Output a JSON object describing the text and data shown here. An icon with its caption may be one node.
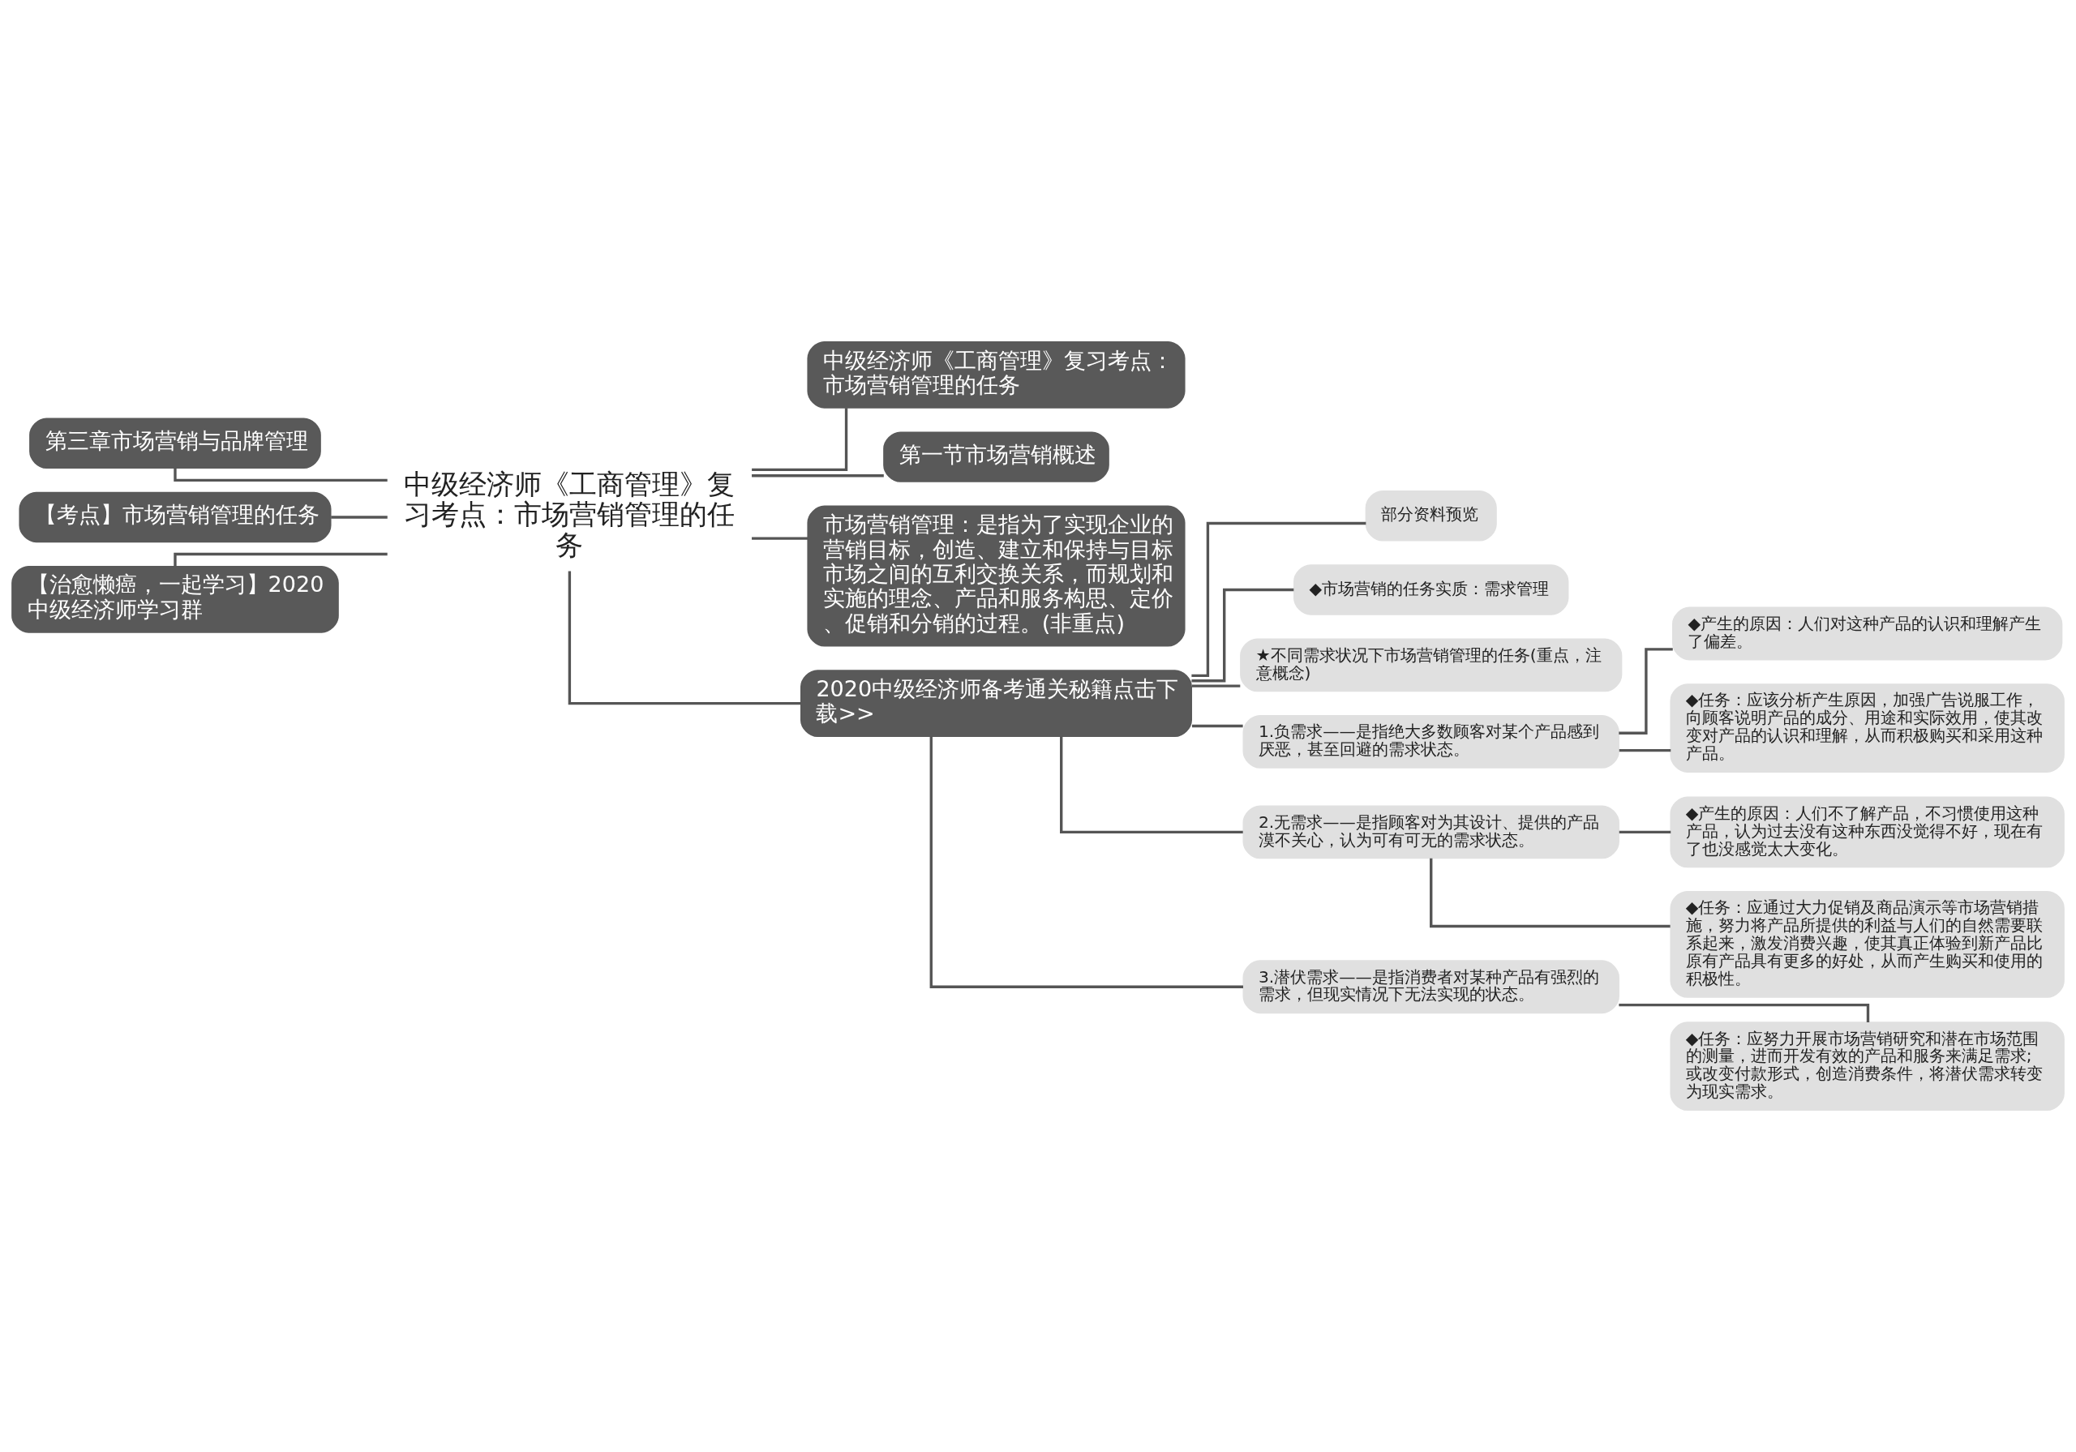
{
  "diagram": {
    "nodes": [
      {
        "text": [
          "中级经济师《工商管理》复习考点：市场营销管理的任务"
        ]
      },
      {
        "text": [
          "第三章市场营销与品牌管理"
        ]
      },
      {
        "text": [
          "【考点】市场营销管理的任务"
        ]
      },
      {
        "text": [
          "【治愈懒癌，一起学习】2020中级经济师学习群"
        ]
      },
      {
        "text": [
          "中级经济师《工商管理》复习考点：市场营销管理的任务"
        ]
      },
      {
        "text": [
          "第一节市场营销概述"
        ]
      },
      {
        "text": [
          "市场营销管理：是指为了实现企业的营销目标，创造、建立和保持与目标市场之间的互利交换关系，而规划和实施的理念、产品和服务构思、定价、促销和分销的过程。(非重点)"
        ]
      },
      {
        "text": [
          "2020中级经济师备考通关秘籍点击下载>>"
        ]
      },
      {
        "text": [
          "部分资料预览"
        ]
      },
      {
        "text": [
          "◆市场营销的任务实质：需求管理"
        ]
      },
      {
        "text": [
          "★不同需求状况下市场营销管理的任务(重点，注意概念)"
        ]
      },
      {
        "text": [
          "1.负需求——是指绝大多数顾客对某个产品感到厌恶，甚至回避的需求状态。"
        ]
      },
      {
        "text": [
          "◆产生的原因：人们对这种产品的认识和理解产生了偏差。"
        ]
      },
      {
        "text": [
          "◆任务：应该分析产生原因，加强广告说服工作，向顾客说明产品的成分、用途和实际效用，使其改变对产品的认识和理解，从而积极购买和采用这种产品。"
        ]
      },
      {
        "text": [
          "2.无需求——是指顾客对为其设计、提供的产品漠不关心，认为可有可无的需求状态。"
        ]
      },
      {
        "text": [
          "◆产生的原因：人们不了解产品，不习惯使用这种产品，认为过去没有这种东西没觉得不好，现在有了也没感觉太大变化。"
        ]
      },
      {
        "text": [
          "◆任务：应通过大力促销及商品演示等市场营销措施，努力将产品所提供的利益与人们的自然需要联系起来，激发消费兴趣，使其真正体验到新产品比原有产品具有更多的好处，从而产生购买和使用的积极性。"
        ]
      },
      {
        "text": [
          "3.潜伏需求——是指消费者对某种产品有强烈的需求，但现实情况下无法实现的状态。"
        ]
      },
      {
        "text": [
          "◆任务：应努力开展市场营销研究和潜在市场范围的测量，进而开发有效的产品和服务来满足需求;或改变付款形式，创造消费条件，将潜伏需求转变为现实需求。"
        ]
      }
    ],
    "edges": [
      {
        "from": 0,
        "to": 1,
        "arrow": "none"
      },
      {
        "from": 0,
        "to": 2,
        "arrow": "none"
      },
      {
        "from": 0,
        "to": 3,
        "arrow": "none"
      },
      {
        "from": 0,
        "to": 4,
        "arrow": "none"
      },
      {
        "from": 0,
        "to": 5,
        "arrow": "none"
      },
      {
        "from": 0,
        "to": 6,
        "arrow": "none"
      },
      {
        "from": 0,
        "to": 7,
        "arrow": "none"
      },
      {
        "from": 7,
        "to": 8,
        "arrow": "none"
      },
      {
        "from": 7,
        "to": 9,
        "arrow": "none"
      },
      {
        "from": 7,
        "to": 10,
        "arrow": "none"
      },
      {
        "from": 7,
        "to": 11,
        "arrow": "none"
      },
      {
        "from": 7,
        "to": 14,
        "arrow": "none"
      },
      {
        "from": 7,
        "to": 17,
        "arrow": "none"
      },
      {
        "from": 11,
        "to": 12,
        "arrow": "none"
      },
      {
        "from": 11,
        "to": 13,
        "arrow": "none"
      },
      {
        "from": 14,
        "to": 15,
        "arrow": "none"
      },
      {
        "from": 14,
        "to": 16,
        "arrow": "none"
      },
      {
        "from": 17,
        "to": 18,
        "arrow": "none"
      }
    ]
  }
}
